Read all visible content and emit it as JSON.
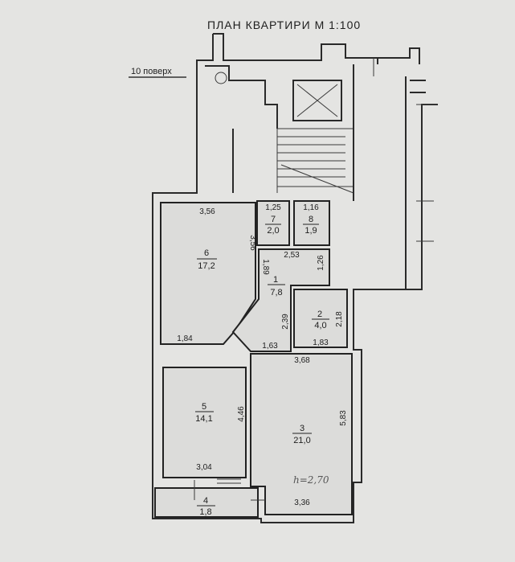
{
  "title": "ПЛАН КВАРТИРИ М 1:100",
  "floor_label": "10 поверх",
  "ceiling_height_note": "h=2,70",
  "rooms": [
    {
      "number": "1",
      "area": "7,8"
    },
    {
      "number": "2",
      "area": "4,0"
    },
    {
      "number": "3",
      "area": "21,0"
    },
    {
      "number": "4",
      "area": "1,8"
    },
    {
      "number": "5",
      "area": "14,1"
    },
    {
      "number": "6",
      "area": "17,2"
    },
    {
      "number": "7",
      "area": "2,0"
    },
    {
      "number": "8",
      "area": "1,9"
    }
  ],
  "dimensions": {
    "r6_top": "3,56",
    "r6_right": "3,56",
    "r6_bottom": "1,84",
    "r7_top": "1,25",
    "r8_top": "1,16",
    "r1_top": "2,53",
    "r1_left": "1,89",
    "r1_right": "1,26",
    "r1_lower": "2,39",
    "r1_bottom": "1,63",
    "r2_right": "2,18",
    "r2_bottom": "1,83",
    "r3_top": "3,68",
    "r3_right": "5,83",
    "r3_bottom": "3,36",
    "r5_right": "4,46",
    "r5_bottom": "3,04"
  }
}
